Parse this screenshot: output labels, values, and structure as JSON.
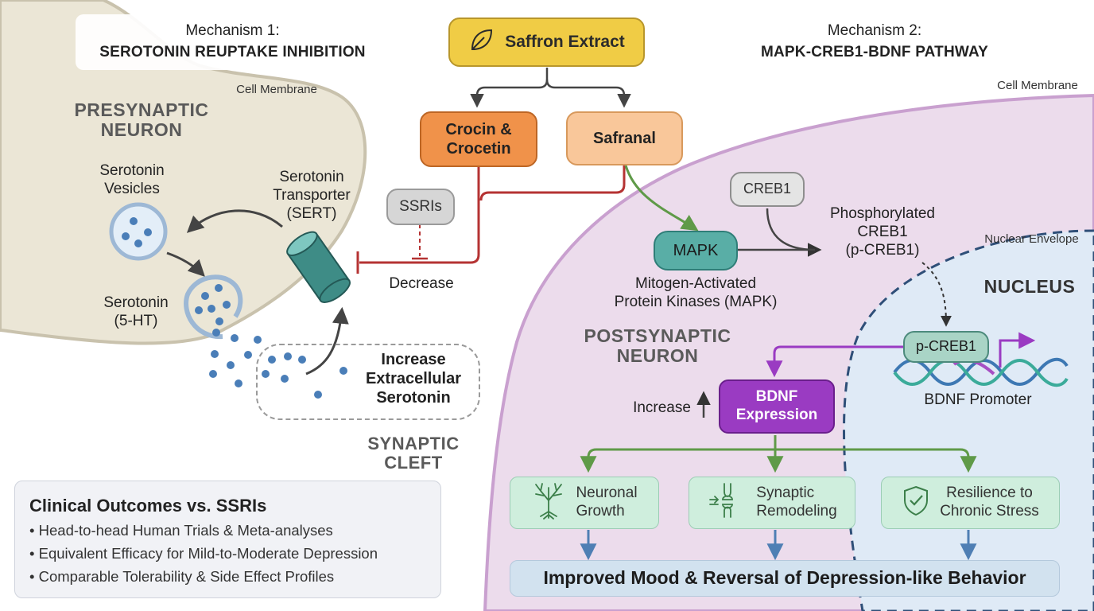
{
  "mechanism1": {
    "heading": "Mechanism 1:",
    "title": "SEROTONIN REUPTAKE INHIBITION",
    "cell_membrane": "Cell Membrane",
    "presynaptic_line1": "PRESYNAPTIC",
    "presynaptic_line2": "NEURON",
    "vesicles_line1": "Serotonin",
    "vesicles_line2": "Vesicles",
    "sert_line1": "Serotonin",
    "sert_line2": "Transporter",
    "sert_line3": "(SERT)",
    "serotonin_line1": "Serotonin",
    "serotonin_line2": "(5-HT)",
    "increase_line1": "Increase",
    "increase_line2": "Extracellular",
    "increase_line3": "Serotonin",
    "decrease": "Decrease",
    "cleft_line1": "SYNAPTIC",
    "cleft_line2": "CLEFT"
  },
  "top": {
    "saffron": "Saffron Extract",
    "saffron_icon": "leaf-icon",
    "crocin_line1": "Crocin &",
    "crocin_line2": "Crocetin",
    "safranal": "Safranal",
    "ssris": "SSRIs"
  },
  "mechanism2": {
    "heading": "Mechanism 2:",
    "title": "MAPK-CREB1-BDNF PATHWAY",
    "cell_membrane": "Cell Membrane",
    "creb1": "CREB1",
    "phos_line1": "Phosphorylated",
    "phos_line2": "CREB1",
    "phos_line3": "(p-CREB1)",
    "mapk": "MAPK",
    "mapk_desc_line1": "Mitogen-Activated",
    "mapk_desc_line2": "Protein Kinases (MAPK)",
    "nuclear_envelope": "Nuclear Envelope",
    "nucleus": "NUCLEUS",
    "postsynaptic_line1": "POSTSYNAPTIC",
    "postsynaptic_line2": "NEURON",
    "pcreb1": "p-CREB1",
    "bdnf_promoter": "BDNF Promoter",
    "increase": "Increase",
    "bdnf_line1": "BDNF",
    "bdnf_line2": "Expression",
    "outcomes": [
      {
        "line1": "Neuronal",
        "line2": "Growth",
        "icon": "neuron-tree-icon"
      },
      {
        "line1": "Synaptic",
        "line2": "Remodeling",
        "icon": "synapse-icon"
      },
      {
        "line1": "Resilience to",
        "line2": "Chronic Stress",
        "icon": "shield-check-icon"
      }
    ],
    "final": "Improved Mood & Reversal of Depression-like Behavior"
  },
  "clinical": {
    "title": "Clinical Outcomes vs. SSRIs",
    "items": [
      "Head-to-head Human Trials & Meta-analyses",
      "Equivalent Efficacy for Mild-to-Moderate Depression",
      "Comparable Tolerability & Side Effect Profiles"
    ]
  },
  "colors": {
    "presynaptic_fill": "#ebe6d6",
    "postsynaptic_fill": "#ecdcec",
    "nucleus_fill": "#dfeaf6",
    "inhibition_red": "#b53333",
    "activation_green": "#5f9a48",
    "bdnf_purple": "#9a3bc2",
    "down_arrow_blue": "#4f7fb4",
    "sert_teal": "#3e8c86"
  }
}
